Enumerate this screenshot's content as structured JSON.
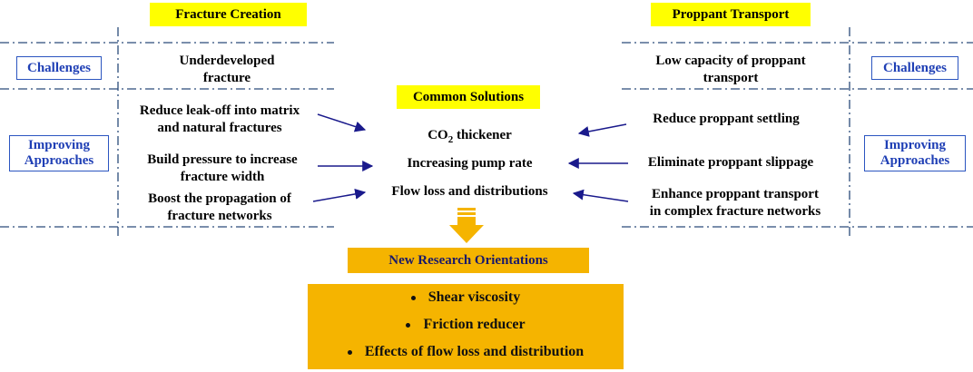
{
  "headers": {
    "left": "Fracture Creation",
    "right": "Proppant Transport",
    "common": "Common Solutions"
  },
  "row_labels": {
    "challenges_left": "Challenges",
    "challenges_right": "Challenges",
    "approaches_left": [
      "Improving",
      "Approaches"
    ],
    "approaches_right": [
      "Improving",
      "Approaches"
    ]
  },
  "challenges": {
    "left": [
      "Underdeveloped",
      "fracture"
    ],
    "right": [
      "Low capacity of proppant",
      "transport"
    ]
  },
  "left_approaches": [
    [
      "Reduce leak-off into matrix",
      "and natural fractures"
    ],
    [
      "Build pressure to increase",
      "fracture width"
    ],
    [
      "Boost the propagation of",
      "fracture networks"
    ]
  ],
  "right_approaches": [
    [
      "Reduce proppant settling"
    ],
    [
      "Eliminate proppant slippage"
    ],
    [
      "Enhance proppant transport",
      "in complex fracture networks"
    ]
  ],
  "solutions": {
    "co2_prefix": "CO",
    "co2_sub": "2",
    "co2_suffix": " thickener",
    "pump": "Increasing pump rate",
    "flow": "Flow loss and distributions"
  },
  "orientations": {
    "title": "New Research Orientations",
    "items": [
      "Shear viscosity",
      "Friction reducer",
      "Effects of flow loss and distribution"
    ]
  },
  "colors": {
    "header_yellow": "#ffff00",
    "label_blue": "#1f3fb5",
    "arrow_navy": "#1a1a8c",
    "orange": "#f5b400",
    "dashed_line": "#2a4a7a"
  }
}
